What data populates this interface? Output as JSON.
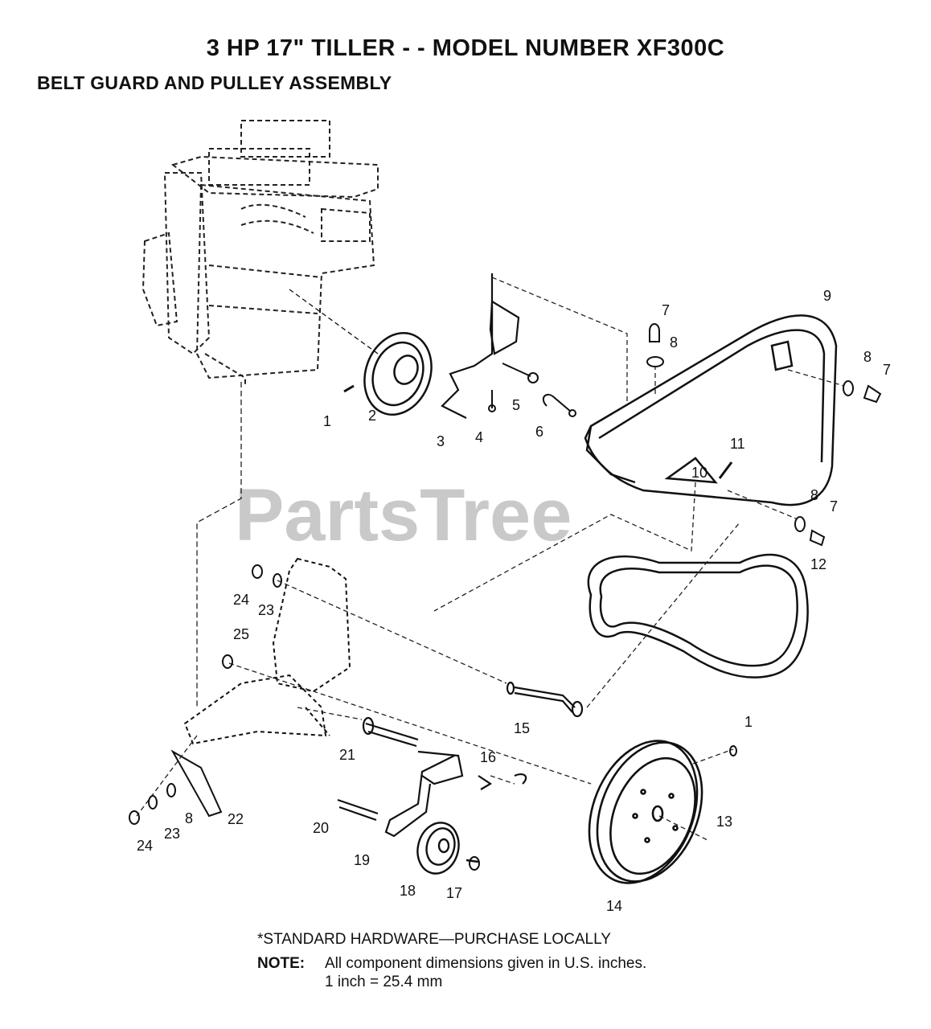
{
  "header": {
    "title": "3 HP 17\" TILLER - - MODEL NUMBER XF300C",
    "subtitle": "BELT GUARD AND PULLEY ASSEMBLY"
  },
  "watermark": "PartsTree",
  "callouts": [
    "1",
    "2",
    "3",
    "4",
    "5",
    "6",
    "7",
    "8",
    "9",
    "7",
    "8",
    "8",
    "7",
    "10",
    "11",
    "12",
    "1",
    "13",
    "14",
    "15",
    "16",
    "17",
    "18",
    "19",
    "20",
    "21",
    "22",
    "8",
    "23",
    "24",
    "24",
    "23",
    "25"
  ],
  "footer": {
    "standard_hardware": "*STANDARD HARDWARE—PURCHASE LOCALLY",
    "note_label": "NOTE:",
    "note_text": "All component dimensions given in U.S. inches.",
    "conversion": "1 inch = 25.4 mm"
  }
}
